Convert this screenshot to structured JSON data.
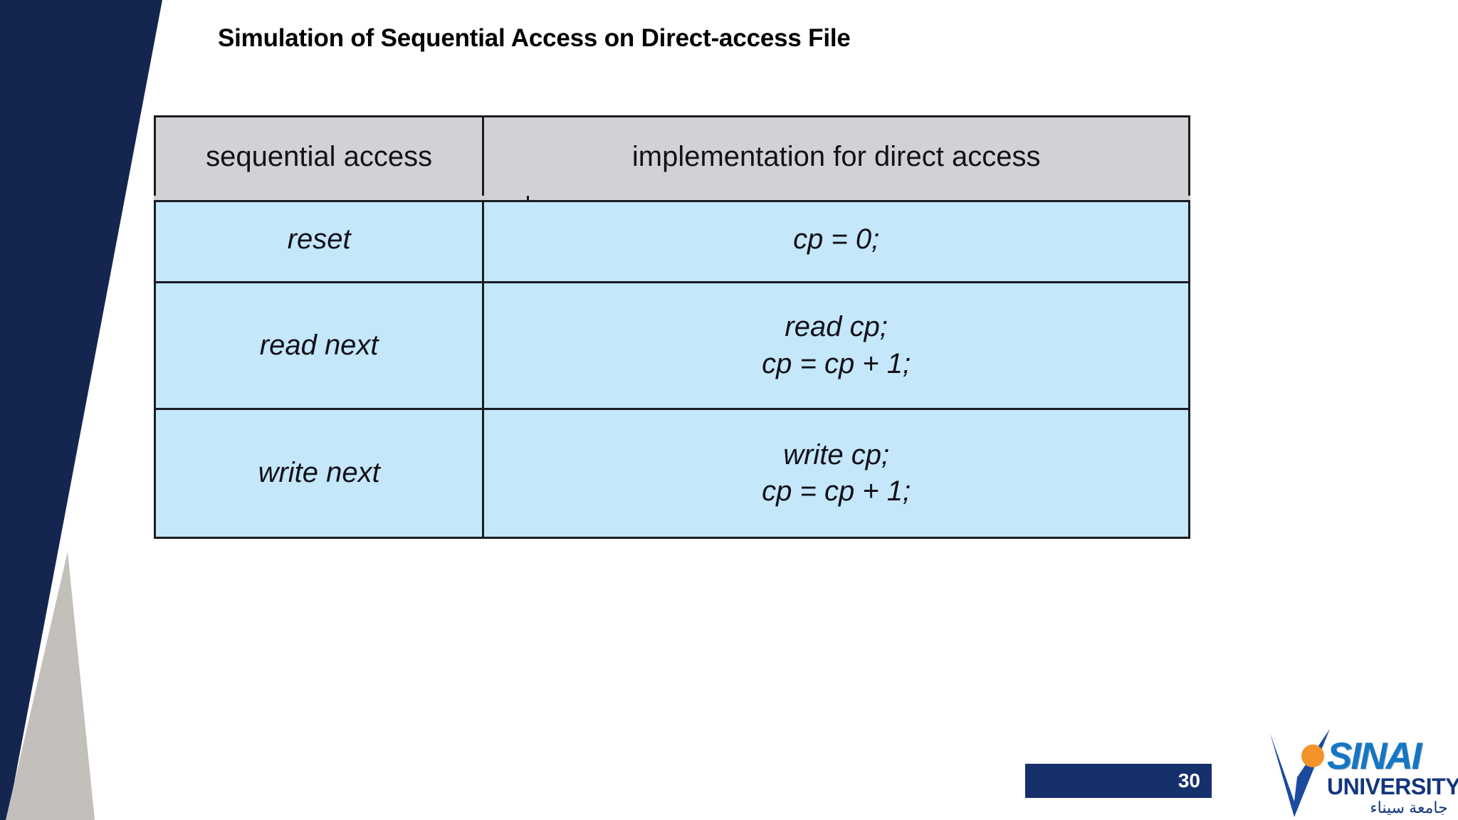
{
  "slide": {
    "title": "Simulation of Sequential Access on Direct-access File",
    "page_number": "30",
    "background_color": "#ffffff",
    "accent_navy": "#14254f",
    "accent_gray": "#c3c0bb",
    "badge_color": "#15306a"
  },
  "table": {
    "headers": [
      "sequential access",
      "implementation for direct access"
    ],
    "header_bg": "#d2d2d6",
    "body_bg": "#c5e7fa",
    "border_color": "#1b1b22",
    "rows": [
      {
        "sequential_access": "reset",
        "implementation": [
          "cp = 0;"
        ]
      },
      {
        "sequential_access": "read next",
        "implementation": [
          "read cp;",
          "cp = cp + 1;"
        ]
      },
      {
        "sequential_access": "write next",
        "implementation": [
          "write cp;",
          "cp = cp + 1;"
        ]
      }
    ]
  },
  "logo": {
    "name_primary": "SINAI",
    "name_secondary": "UNIVERSITY",
    "name_arabic": "جامعة سيناء",
    "mark_color": "#1c4a9e",
    "dot_color": "#f39328",
    "primary_color": "#1577c4",
    "secondary_color": "#13357e"
  }
}
